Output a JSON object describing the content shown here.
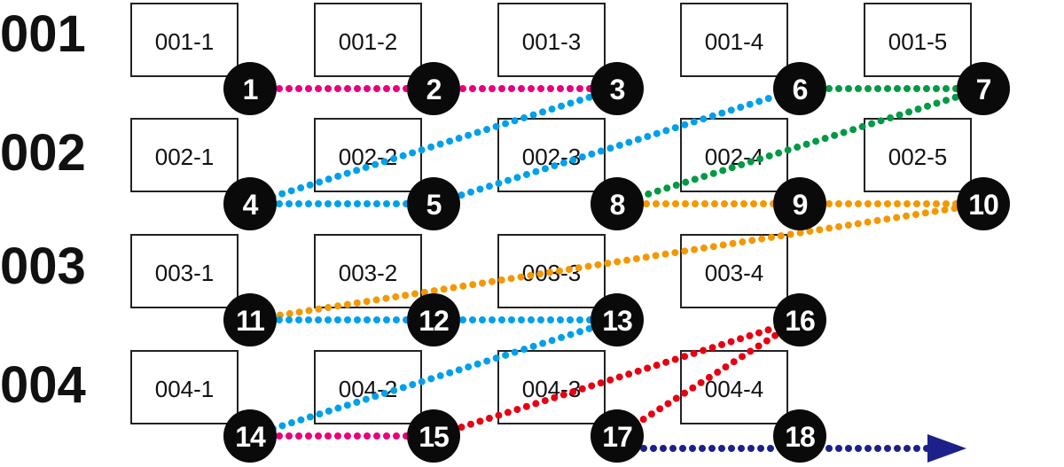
{
  "colors": {
    "magenta": "#e6007e",
    "blue": "#00a0e9",
    "green": "#009944",
    "orange": "#f39800",
    "red": "#e60012",
    "navy": "#1d2088"
  },
  "rows": [
    "001",
    "002",
    "003",
    "004"
  ],
  "cells": [
    {
      "row": "001",
      "label": "001-1"
    },
    {
      "row": "001",
      "label": "001-2"
    },
    {
      "row": "001",
      "label": "001-3"
    },
    {
      "row": "001",
      "label": "001-4"
    },
    {
      "row": "001",
      "label": "001-5"
    },
    {
      "row": "002",
      "label": "002-1"
    },
    {
      "row": "002",
      "label": "002-2"
    },
    {
      "row": "002",
      "label": "002-3"
    },
    {
      "row": "002",
      "label": "002-4"
    },
    {
      "row": "002",
      "label": "002-5"
    },
    {
      "row": "003",
      "label": "003-1"
    },
    {
      "row": "003",
      "label": "003-2"
    },
    {
      "row": "003",
      "label": "003-3"
    },
    {
      "row": "003",
      "label": "003-4"
    },
    {
      "row": "004",
      "label": "004-1"
    },
    {
      "row": "004",
      "label": "004-2"
    },
    {
      "row": "004",
      "label": "004-3"
    },
    {
      "row": "004",
      "label": "004-4"
    }
  ],
  "steps": [
    {
      "number": "1",
      "cell": "001-1"
    },
    {
      "number": "2",
      "cell": "001-2"
    },
    {
      "number": "3",
      "cell": "001-3"
    },
    {
      "number": "4",
      "cell": "002-1"
    },
    {
      "number": "5",
      "cell": "002-2"
    },
    {
      "number": "6",
      "cell": "001-4"
    },
    {
      "number": "7",
      "cell": "001-5"
    },
    {
      "number": "8",
      "cell": "002-3"
    },
    {
      "number": "9",
      "cell": "002-4"
    },
    {
      "number": "10",
      "cell": "002-5"
    },
    {
      "number": "11",
      "cell": "003-1"
    },
    {
      "number": "12",
      "cell": "003-2"
    },
    {
      "number": "13",
      "cell": "003-3"
    },
    {
      "number": "14",
      "cell": "004-1"
    },
    {
      "number": "15",
      "cell": "004-2"
    },
    {
      "number": "16",
      "cell": "003-4"
    },
    {
      "number": "17",
      "cell": "004-3"
    },
    {
      "number": "18",
      "cell": "004-4"
    }
  ],
  "connections": [
    {
      "from": "1",
      "to": "2",
      "color": "magenta"
    },
    {
      "from": "2",
      "to": "3",
      "color": "magenta"
    },
    {
      "from": "3",
      "to": "4",
      "color": "blue"
    },
    {
      "from": "4",
      "to": "5",
      "color": "blue"
    },
    {
      "from": "5",
      "to": "6",
      "color": "blue"
    },
    {
      "from": "6",
      "to": "7",
      "color": "green"
    },
    {
      "from": "7",
      "to": "8",
      "color": "green"
    },
    {
      "from": "8",
      "to": "9",
      "color": "orange"
    },
    {
      "from": "9",
      "to": "10",
      "color": "orange"
    },
    {
      "from": "10",
      "to": "11",
      "color": "orange"
    },
    {
      "from": "11",
      "to": "12",
      "color": "blue"
    },
    {
      "from": "12",
      "to": "13",
      "color": "blue"
    },
    {
      "from": "13",
      "to": "14",
      "color": "blue"
    },
    {
      "from": "14",
      "to": "15",
      "color": "magenta"
    },
    {
      "from": "15",
      "to": "16",
      "color": "red"
    },
    {
      "from": "16",
      "to": "17",
      "color": "red"
    },
    {
      "from": "17",
      "to": "end",
      "color": "navy",
      "arrow": true
    }
  ]
}
